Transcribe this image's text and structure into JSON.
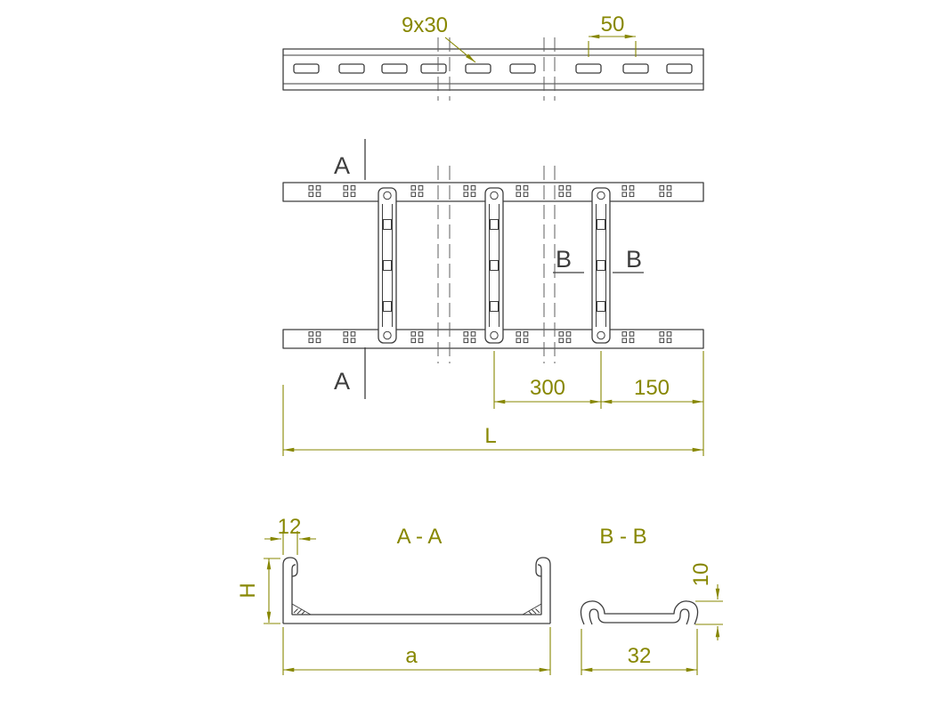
{
  "colors": {
    "background": "#ffffff",
    "line": "#3d3d3d",
    "dimension": "#878700"
  },
  "top_view": {
    "slot_size_label": "9x30",
    "slot_pitch_label": "50"
  },
  "plan_view": {
    "section_a_label": "A",
    "section_b_label": "B",
    "rung_spacing_label": "300",
    "end_spacing_label": "150",
    "overall_length_label": "L"
  },
  "section_aa": {
    "title": "A - A",
    "flange_width_label": "12",
    "height_label": "H",
    "width_label": "a"
  },
  "section_bb": {
    "title": "B - B",
    "height_label": "10",
    "width_label": "32"
  }
}
